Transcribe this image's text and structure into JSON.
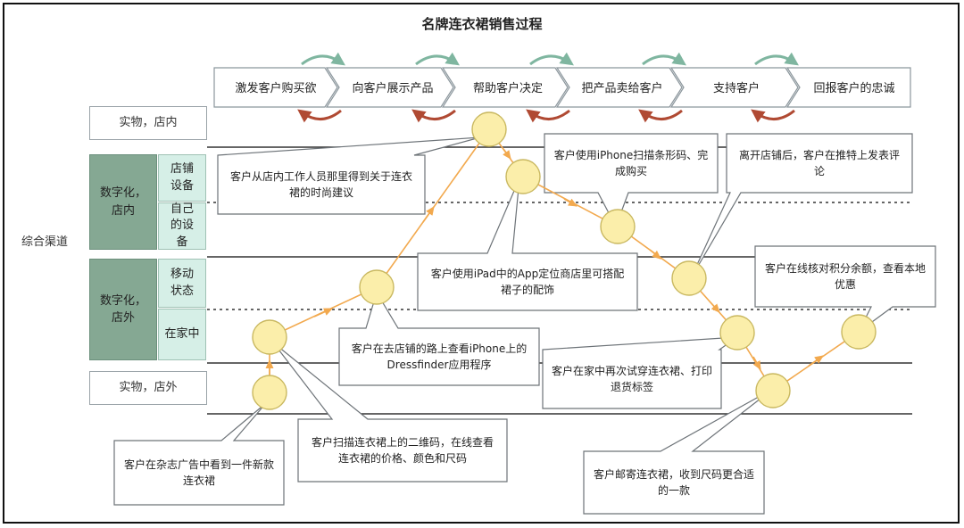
{
  "title": "名牌连衣裙销售过程",
  "channel_label": "综合渠道",
  "steps": [
    "激发客户购买欲",
    "向客户展示产品",
    "帮助客户决定",
    "把产品卖给客户",
    "支持客户",
    "回报客户的忠诚"
  ],
  "rows": {
    "physical_in": "实物，店内",
    "digital_in": "数字化，店内",
    "store_device": "店铺设备",
    "own_device": "自己的设备",
    "digital_out": "数字化，店外",
    "mobile": "移动状态",
    "home": "在家中",
    "physical_out": "实物，店外"
  },
  "callouts": [
    "客户在杂志广告中看到一件新款连衣裙",
    "客户扫描连衣裙上的二维码，在线查看连衣裙的价格、颜色和尺码",
    "客户在去店铺的路上查看iPhone上的Dressfinder应用程序",
    "客户从店内工作人员那里得到关于连衣裙的时尚建议",
    "客户使用iPad中的App定位商店里可搭配裙子的配饰",
    "客户使用iPhone扫描条形码、完成购买",
    "离开店铺后，客户在推特上发表评论",
    "客户在家中再次试穿连衣裙、打印退货标签",
    "客户邮寄连衣裙，收到尺码更合适的一款",
    "客户在线核对积分余额，查看本地优惠"
  ],
  "colors": {
    "path": "#f2a94e",
    "circle_fill": "#fbeeaa",
    "circle_stroke": "#c9b860",
    "dark_green": "#85a893",
    "light_green": "#d6efe7",
    "arrow_green": "#7fb6a0",
    "arrow_red": "#b04a33"
  }
}
